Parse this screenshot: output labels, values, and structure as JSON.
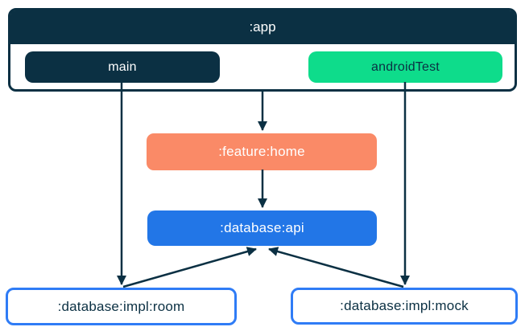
{
  "diagram": {
    "kind": "module-dependency-graph",
    "colors": {
      "navy": "#0b3043",
      "green": "#0edc8b",
      "orange": "#fa8a67",
      "blue": "#2276e7",
      "border_blue": "#2f7cf6",
      "white": "#ffffff"
    },
    "nodes": {
      "app": {
        "label": ":app"
      },
      "main": {
        "label": "main"
      },
      "android_test": {
        "label": "androidTest"
      },
      "feature_home": {
        "label": ":feature:home"
      },
      "database_api": {
        "label": ":database:api"
      },
      "database_impl_room": {
        "label": ":database:impl:room"
      },
      "database_impl_mock": {
        "label": ":database:impl:mock"
      }
    },
    "edges": [
      {
        "from": "main",
        "to": "database_impl_room"
      },
      {
        "from": "app",
        "to": "feature_home"
      },
      {
        "from": "feature_home",
        "to": "database_api"
      },
      {
        "from": "android_test",
        "to": "database_impl_mock"
      },
      {
        "from": "database_impl_room",
        "to": "database_api"
      },
      {
        "from": "database_impl_mock",
        "to": "database_api"
      }
    ]
  }
}
